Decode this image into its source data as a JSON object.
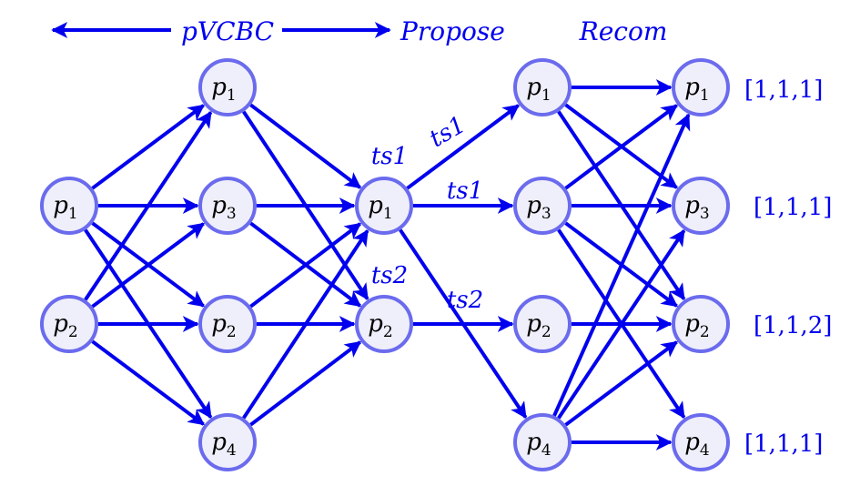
{
  "header": {
    "pvcbc": "pVCBC",
    "propose": "Propose",
    "recom": "Recom"
  },
  "colors": {
    "edge": "#0000ee",
    "node_stroke": "#6b6bee",
    "node_fill": "#efeffb"
  },
  "nodes": [
    {
      "id": "c0a",
      "base": "p",
      "sub": "1"
    },
    {
      "id": "c0b",
      "base": "p",
      "sub": "2"
    },
    {
      "id": "c1a",
      "base": "p",
      "sub": "1"
    },
    {
      "id": "c1b",
      "base": "p",
      "sub": "3"
    },
    {
      "id": "c1c",
      "base": "p",
      "sub": "2"
    },
    {
      "id": "c1d",
      "base": "p",
      "sub": "4"
    },
    {
      "id": "c2a",
      "base": "p",
      "sub": "1"
    },
    {
      "id": "c2b",
      "base": "p",
      "sub": "2"
    },
    {
      "id": "c3a",
      "base": "p",
      "sub": "1"
    },
    {
      "id": "c3b",
      "base": "p",
      "sub": "3"
    },
    {
      "id": "c3c",
      "base": "p",
      "sub": "2"
    },
    {
      "id": "c3d",
      "base": "p",
      "sub": "4"
    },
    {
      "id": "c4a",
      "base": "p",
      "sub": "1"
    },
    {
      "id": "c4b",
      "base": "p",
      "sub": "3"
    },
    {
      "id": "c4c",
      "base": "p",
      "sub": "2"
    },
    {
      "id": "c4d",
      "base": "p",
      "sub": "4"
    }
  ],
  "edges": [
    [
      "c0a",
      "c1a"
    ],
    [
      "c0a",
      "c1b"
    ],
    [
      "c0a",
      "c1c"
    ],
    [
      "c0a",
      "c1d"
    ],
    [
      "c0b",
      "c1a"
    ],
    [
      "c0b",
      "c1b"
    ],
    [
      "c0b",
      "c1c"
    ],
    [
      "c0b",
      "c1d"
    ],
    [
      "c1a",
      "c2a"
    ],
    [
      "c1a",
      "c2b"
    ],
    [
      "c1b",
      "c2a"
    ],
    [
      "c1b",
      "c2b"
    ],
    [
      "c1c",
      "c2a"
    ],
    [
      "c1c",
      "c2b"
    ],
    [
      "c1d",
      "c2a"
    ],
    [
      "c1d",
      "c2b"
    ],
    [
      "c2a",
      "c3a"
    ],
    [
      "c2a",
      "c3b"
    ],
    [
      "c2a",
      "c3d"
    ],
    [
      "c2b",
      "c3c"
    ],
    [
      "c3a",
      "c4a"
    ],
    [
      "c3a",
      "c4b"
    ],
    [
      "c3a",
      "c4c"
    ],
    [
      "c3b",
      "c4a"
    ],
    [
      "c3b",
      "c4b"
    ],
    [
      "c3b",
      "c4c"
    ],
    [
      "c3b",
      "c4d"
    ],
    [
      "c3c",
      "c4c"
    ],
    [
      "c3d",
      "c4a"
    ],
    [
      "c3d",
      "c4b"
    ],
    [
      "c3d",
      "c4c"
    ],
    [
      "c3d",
      "c4d"
    ]
  ],
  "edge_labels": {
    "ts1_top": "ts1",
    "ts1_mid": "ts1",
    "ts2_low": "ts2",
    "ts1_node": "ts1",
    "ts2_node": "ts2"
  },
  "vectors": [
    "[1,1,1]",
    "[1,1,1]",
    "[1,1,2]",
    "[1,1,1]"
  ]
}
